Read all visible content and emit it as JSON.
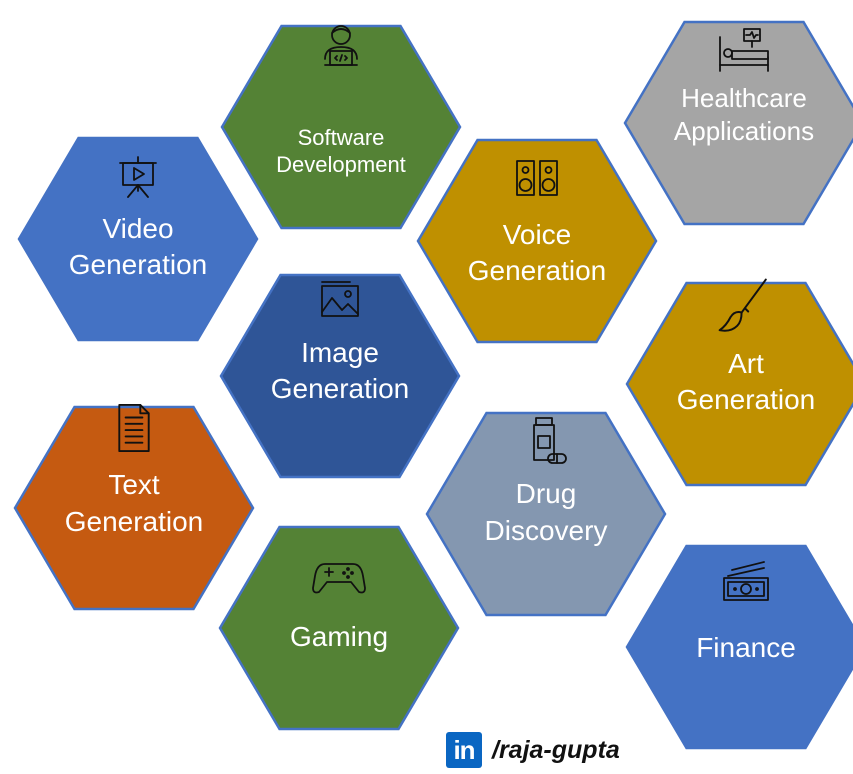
{
  "colors": {
    "green": "#548235",
    "gray": "#a5a5a5",
    "blue": "#4472c4",
    "gold": "#bf9000",
    "dark_blue": "#2f5597",
    "orange": "#c55a11",
    "slate": "#8497b0",
    "outline": "#4472c4"
  },
  "hexagons": [
    {
      "id": "software-development",
      "lines": [
        "Software",
        "Development"
      ],
      "color": "green",
      "icon": "developer-laptop-icon"
    },
    {
      "id": "healthcare-applications",
      "lines": [
        "Healthcare",
        "Applications"
      ],
      "color": "gray",
      "icon": "hospital-bed-icon"
    },
    {
      "id": "video-generation",
      "lines": [
        "Video",
        "Generation"
      ],
      "color": "blue",
      "icon": "presentation-screen-icon"
    },
    {
      "id": "voice-generation",
      "lines": [
        "Voice",
        "Generation"
      ],
      "color": "gold",
      "icon": "speakers-icon"
    },
    {
      "id": "image-generation",
      "lines": [
        "Image",
        "Generation"
      ],
      "color": "dark_blue",
      "icon": "image-icon"
    },
    {
      "id": "art-generation",
      "lines": [
        "Art",
        "Generation"
      ],
      "color": "gold",
      "icon": "paintbrush-icon"
    },
    {
      "id": "text-generation",
      "lines": [
        "Text",
        "Generation"
      ],
      "color": "orange",
      "icon": "document-icon"
    },
    {
      "id": "drug-discovery",
      "lines": [
        "Drug",
        "Discovery"
      ],
      "color": "slate",
      "icon": "medicine-bottle-icon"
    },
    {
      "id": "gaming",
      "lines": [
        "Gaming"
      ],
      "color": "green",
      "icon": "gamepad-icon"
    },
    {
      "id": "finance",
      "lines": [
        "Finance"
      ],
      "color": "blue",
      "icon": "money-icon"
    }
  ],
  "footer": {
    "logo_text": "in",
    "handle": "/raja-gupta"
  }
}
